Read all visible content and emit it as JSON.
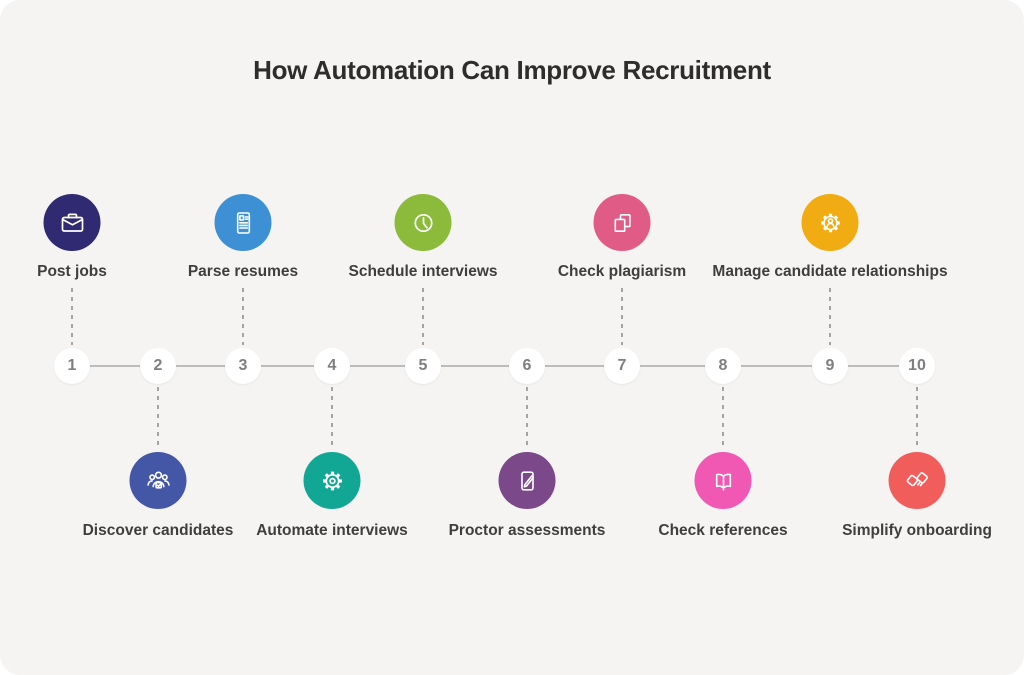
{
  "title": "How Automation Can Improve Recruitment",
  "steps": [
    {
      "number": "1",
      "label": "Post jobs",
      "icon": "briefcase-icon",
      "color": "#2f2a71",
      "position": "top"
    },
    {
      "number": "2",
      "label": "Discover candidates",
      "icon": "team-check-icon",
      "color": "#4456a6",
      "position": "bottom"
    },
    {
      "number": "3",
      "label": "Parse resumes",
      "icon": "resume-icon",
      "color": "#3e90d5",
      "position": "top"
    },
    {
      "number": "4",
      "label": "Automate interviews",
      "icon": "gear-icon",
      "color": "#12a795",
      "position": "bottom"
    },
    {
      "number": "5",
      "label": "Schedule interviews",
      "icon": "clock-icon",
      "color": "#8cbb3c",
      "position": "top"
    },
    {
      "number": "6",
      "label": "Proctor assessments",
      "icon": "tablet-pencil-icon",
      "color": "#7b4889",
      "position": "bottom"
    },
    {
      "number": "7",
      "label": "Check plagiarism",
      "icon": "copy-pages-icon",
      "color": "#e05c86",
      "position": "top"
    },
    {
      "number": "8",
      "label": "Check references",
      "icon": "open-book-icon",
      "color": "#f058b4",
      "position": "bottom"
    },
    {
      "number": "9",
      "label": "Manage candidate relationships",
      "icon": "gear-person-icon",
      "color": "#f0ac12",
      "position": "top"
    },
    {
      "number": "10",
      "label": "Simplify onboarding",
      "icon": "handshake-icon",
      "color": "#f15d5b",
      "position": "bottom"
    }
  ],
  "colors": {
    "background": "#f5f4f3",
    "title_text": "#2e2d2c",
    "label_text": "#3f3e3d",
    "number_text": "#7f7f7f",
    "timeline_line": "#bdbcbb",
    "dashed_line": "#a5a4a3",
    "node_fill": "#ffffff"
  }
}
